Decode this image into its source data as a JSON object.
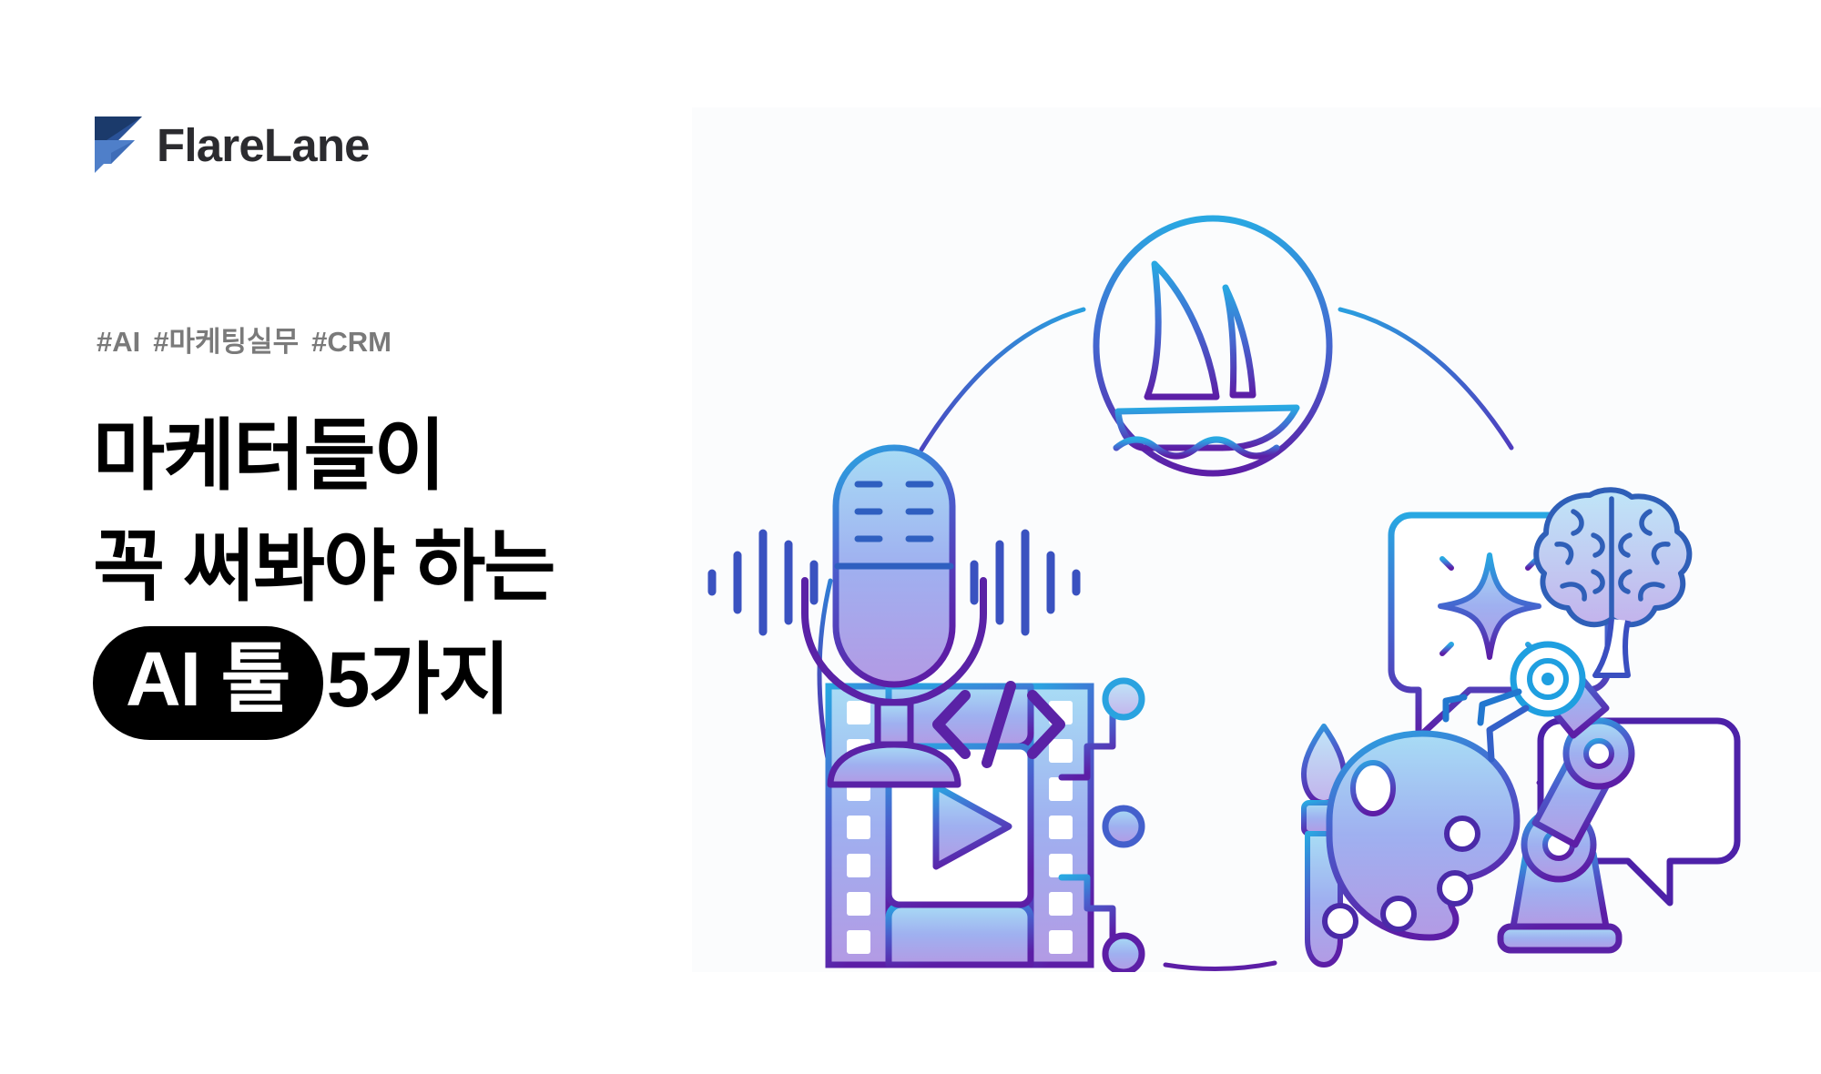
{
  "brand": {
    "name": "FlareLane",
    "logo_icon": "flarelane-f-mark-icon",
    "colors": {
      "mark_dark": "#1b3a6b",
      "mark_mid": "#2a5298",
      "mark_light": "#4f7fc9",
      "wordmark": "#2b2b2f"
    }
  },
  "tagline": {
    "tag1": "#AI",
    "tag2": "#마케팅실무",
    "tag3": "#CRM",
    "color": "#7a7a7a"
  },
  "headline": {
    "line1": "마케터들이",
    "line2": "꼭 써봐야 하는",
    "pill": "AI 툴",
    "line3_tail": "5가지",
    "pill_bg": "#000000",
    "pill_text": "#ffffff",
    "text_color": "#000000"
  },
  "illustration": {
    "background": "#fbfcfd",
    "gradient_start": "#2aa3e0",
    "gradient_mid": "#4a6cd4",
    "gradient_end": "#5b1fa8",
    "ring_label": "ai-tools-pentagon-ring",
    "nodes": [
      {
        "position": "top",
        "icon": "midjourney-sailboat-icon",
        "label": "Midjourney sailboat in circle"
      },
      {
        "position": "right",
        "icon": "ai-chat-brain-icon",
        "label": "Chat bubbles with sparkle and brain"
      },
      {
        "position": "bottom-right",
        "icon": "ai-art-palette-robot-icon",
        "label": "Paint brush, palette and robot arm"
      },
      {
        "position": "bottom-left",
        "icon": "ai-video-filmstrip-icon",
        "label": "Film strip with play button and circuit nodes"
      },
      {
        "position": "left",
        "icon": "ai-voice-microphone-icon",
        "label": "Microphone with sound waves and code tag"
      }
    ]
  }
}
